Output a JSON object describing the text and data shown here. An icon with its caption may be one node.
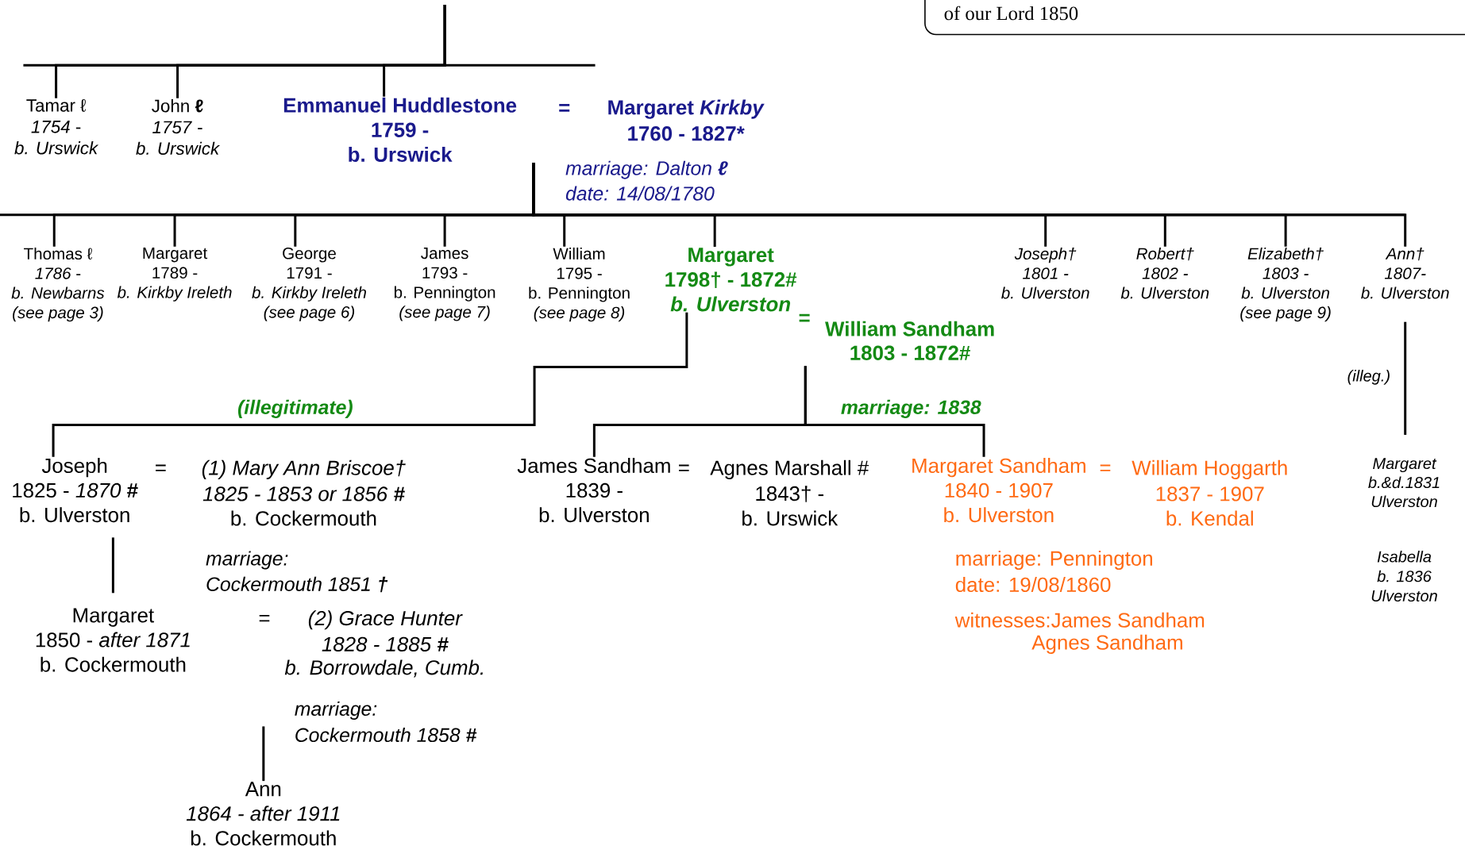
{
  "diagram": {
    "nodes": [
      {
        "text": [
          "Tamar ℓ",
          "*1754* -",
          "b. Urswick"
        ]
      },
      {
        "text": [
          "John **ℓ**",
          "*1757* -",
          "b. Urswick"
        ]
      },
      {
        "text": [
          "Emmanuel Huddlestone",
          "1759 -",
          "b. Urswick"
        ]
      },
      {
        "text": [
          "Thomas ℓ",
          "*1786* -",
          "b. Newbarns",
          "(see page 3)"
        ]
      },
      {
        "text": [
          "Margaret",
          "1789 -",
          "b. Kirkby Ireleth"
        ]
      },
      {
        "text": [
          "George",
          "1791 -",
          "b. Kirkby Ireleth",
          "(see page 6)"
        ]
      },
      {
        "text": [
          "James",
          "1793 -",
          "b. Pennington",
          "(see page 7)"
        ]
      },
      {
        "text": [
          "William",
          "1795 -",
          "b. Pennington",
          "(see page 8)"
        ]
      },
      {
        "text": [
          "Margaret",
          "1798† - 1872#",
          "b. Ulverston"
        ]
      },
      {
        "text": [
          "Joseph†",
          "1801 -",
          "b. Ulverston"
        ]
      },
      {
        "text": [
          "Robert†",
          "1802 -",
          "b. Ulverston"
        ]
      },
      {
        "text": [
          "Elizabeth†",
          "1803 -",
          "b. Ulverston",
          "(see page 9)"
        ]
      },
      {
        "text": [
          "Ann†",
          "1807-",
          "b. Ulverston"
        ]
      },
      {
        "text": [
          "Joseph",
          "1825 - *1870* **#**",
          "b. Ulverston"
        ]
      },
      {
        "text": [
          "James Sandham",
          "1839 -",
          "b. Ulverston"
        ]
      },
      {
        "text": [
          "Margaret Sandham",
          "1840 - 1907",
          "b. Ulverston"
        ]
      },
      {
        "text": [
          "Margaret",
          "b.&d.1831",
          "Ulverston"
        ]
      },
      {
        "text": [
          "Margaret",
          "1850 - *after 1871*",
          "b. Cockermouth"
        ]
      },
      {
        "text": [
          "Ann",
          "*1864 - after 1911*",
          "b. Cockermouth"
        ]
      }
    ],
    "edges": [
      {
        "from": null,
        "to": 0,
        "arrow": "none"
      },
      {
        "from": null,
        "to": 1,
        "arrow": "none"
      },
      {
        "from": null,
        "to": 2,
        "arrow": "none"
      },
      {
        "from": 2,
        "to": 3,
        "arrow": "none"
      },
      {
        "from": 2,
        "to": 4,
        "arrow": "none"
      },
      {
        "from": 2,
        "to": 5,
        "arrow": "none"
      },
      {
        "from": 2,
        "to": 6,
        "arrow": "none"
      },
      {
        "from": 2,
        "to": 7,
        "arrow": "none"
      },
      {
        "from": 2,
        "to": 8,
        "arrow": "none"
      },
      {
        "from": 2,
        "to": 9,
        "arrow": "none"
      },
      {
        "from": 2,
        "to": 10,
        "arrow": "none"
      },
      {
        "from": 2,
        "to": 11,
        "arrow": "none"
      },
      {
        "from": 2,
        "to": 12,
        "arrow": "none"
      },
      {
        "from": 8,
        "to": 13,
        "arrow": "none",
        "label": "(illegitimate)"
      },
      {
        "from": null,
        "to": 14,
        "arrow": "none"
      },
      {
        "from": null,
        "to": 15,
        "arrow": "none"
      },
      {
        "from": 12,
        "to": 16,
        "arrow": "none",
        "label": "(illeg.)"
      },
      {
        "from": 13,
        "to": 17,
        "arrow": "none"
      },
      {
        "from": null,
        "to": 18,
        "arrow": "none"
      }
    ],
    "labels": [
      "of our Lord 1850",
      "=",
      "Margaret *Kirkby*",
      "1760 - 1827*",
      "marriage: Dalton **ℓ**",
      "date: 14/08/1780",
      "=",
      "William Sandham",
      "1803 - 1872#",
      "marriage: 1838",
      "=",
      "(1) Mary Ann Briscoe†",
      "1825 - 1853 or 1856 **#**",
      "b. Cockermouth",
      "=",
      "Agnes Marshall #",
      "1843† -",
      "b. Urswick",
      "=",
      "William Hoggarth",
      "1837 - 1907",
      "b. Kendal",
      "marriage: Pennington",
      "date: 19/08/1860",
      "witnesses:James Sandham",
      "Agnes Sandham",
      "marriage:",
      "Cockermouth 1851 **†**",
      "Isabella",
      "b. 1836",
      "Ulverston",
      "=",
      "(2) Grace Hunter",
      "1828 - 1885 **#**",
      "b. Borrowdale, Cumb.",
      "marriage:",
      "Cockermouth 1858 **#**"
    ]
  }
}
